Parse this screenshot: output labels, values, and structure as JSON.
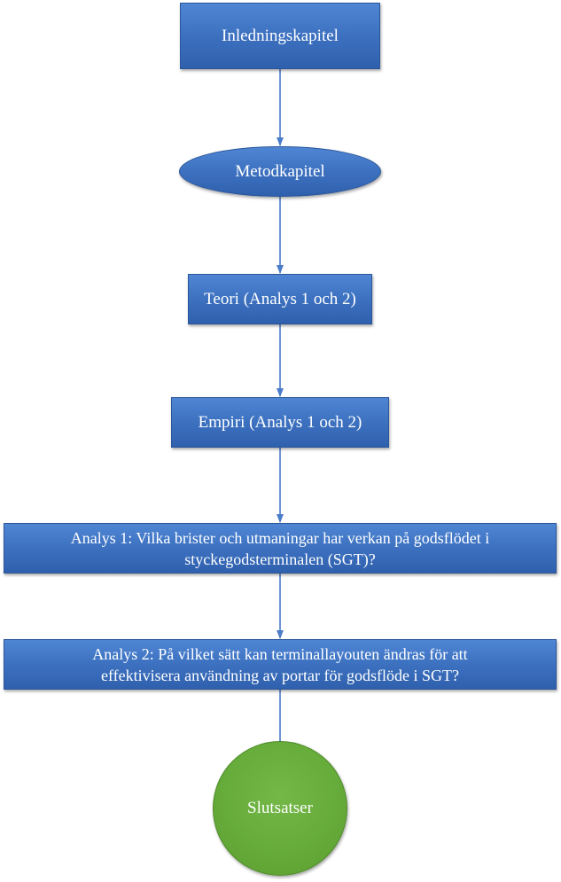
{
  "nodes": {
    "intro": {
      "label": "Inledningskapitel"
    },
    "method": {
      "label": "Metodkapitel"
    },
    "theory": {
      "label": "Teori (Analys 1 och 2)"
    },
    "empirics": {
      "label": "Empiri (Analys 1 och 2)"
    },
    "analysis1": {
      "line1": "Analys 1: Vilka brister och utmaningar har verkan på godsflödet i",
      "line2": "styckegodsterminalen (SGT)?"
    },
    "analysis2": {
      "line1": "Analys 2:  På vilket sätt kan terminallayouten ändras för att",
      "line2": "effektivisera användning av portar för godsflöde i SGT?"
    },
    "conclusions": {
      "label": "Slutsatser"
    }
  },
  "colors": {
    "box_fill": "#3e73c2",
    "box_border": "#2c5699",
    "circle_fill": "#66ac3a",
    "connector": "#4a7cc9",
    "text": "#ffffff"
  }
}
